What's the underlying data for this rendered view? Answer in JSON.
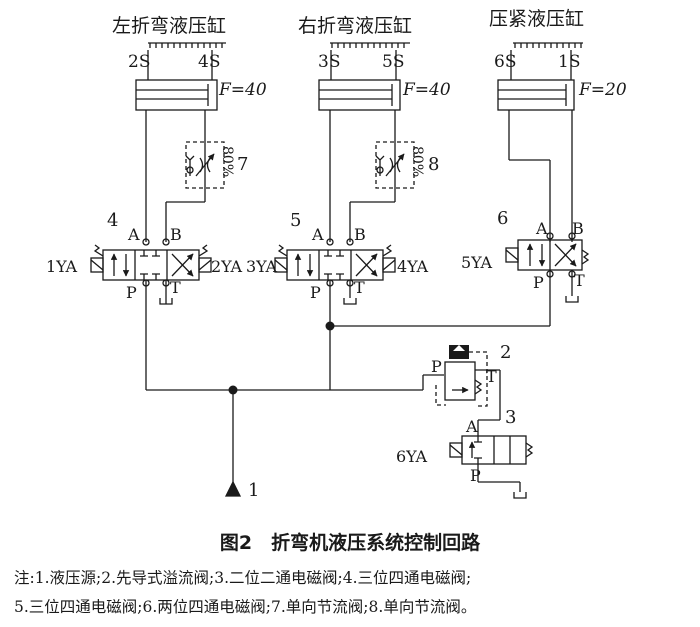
{
  "cylinders": {
    "left": {
      "title": "左折弯液压缸",
      "pos_a": "2S",
      "pos_b": "4S",
      "force": "F=40"
    },
    "right": {
      "title": "右折弯液压缸",
      "pos_a": "3S",
      "pos_b": "5S",
      "force": "F=40"
    },
    "clamp": {
      "title": "压紧液压缸",
      "pos_a": "6S",
      "pos_b": "1S",
      "force": "F=20"
    }
  },
  "throttles": {
    "t7": {
      "number": "7",
      "percent": "80%"
    },
    "t8": {
      "number": "8",
      "percent": "80%"
    }
  },
  "valves": {
    "v4": {
      "number": "4",
      "port_a": "A",
      "port_b": "B",
      "port_p": "P",
      "port_t": "T",
      "sol_left": "1YA",
      "sol_right": "2YA"
    },
    "v5": {
      "number": "5",
      "port_a": "A",
      "port_b": "B",
      "port_p": "P",
      "port_t": "T",
      "sol_left": "3YA",
      "sol_right": "4YA"
    },
    "v6": {
      "number": "6",
      "port_a": "A",
      "port_b": "B",
      "port_p": "P",
      "port_t": "T",
      "sol_left": "5YA"
    },
    "relief": {
      "number": "2",
      "port_p": "P",
      "port_t": "T"
    },
    "v3": {
      "number": "3",
      "port_a": "A",
      "port_p": "P",
      "sol_left": "6YA"
    },
    "source": {
      "number": "1"
    }
  },
  "caption": "图2　折弯机液压系统控制回路",
  "note_line1": "注:1.液压源;2.先导式溢流阀;3.二位二通电磁阀;4.三位四通电磁阀;",
  "note_line2": "5.三位四通电磁阀;6.两位四通电磁阀;7.单向节流阀;8.单向节流阀。"
}
